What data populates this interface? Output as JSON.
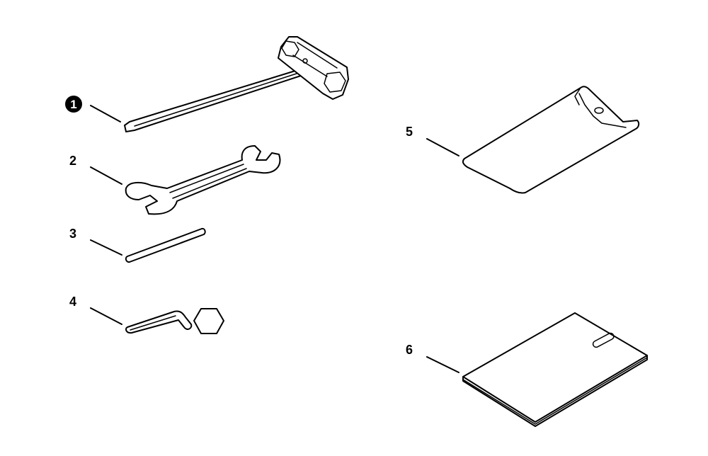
{
  "callouts": [
    {
      "id": "1",
      "label": "1",
      "style": "filled-circle"
    },
    {
      "id": "2",
      "label": "2"
    },
    {
      "id": "3",
      "label": "3"
    },
    {
      "id": "4",
      "label": "4"
    },
    {
      "id": "5",
      "label": "5"
    },
    {
      "id": "6",
      "label": "6"
    }
  ],
  "parts": [
    {
      "callout": "1",
      "icon": "spark-plug-wrench-screwdriver-icon"
    },
    {
      "callout": "2",
      "icon": "open-end-wrench-icon"
    },
    {
      "callout": "3",
      "icon": "pin-rod-icon"
    },
    {
      "callout": "4",
      "icon": "hex-key-icon"
    },
    {
      "callout": "5",
      "icon": "tool-pouch-icon"
    },
    {
      "callout": "6",
      "icon": "manual-booklet-icon"
    }
  ],
  "colors": {
    "ink": "#000000",
    "paper": "#ffffff"
  }
}
